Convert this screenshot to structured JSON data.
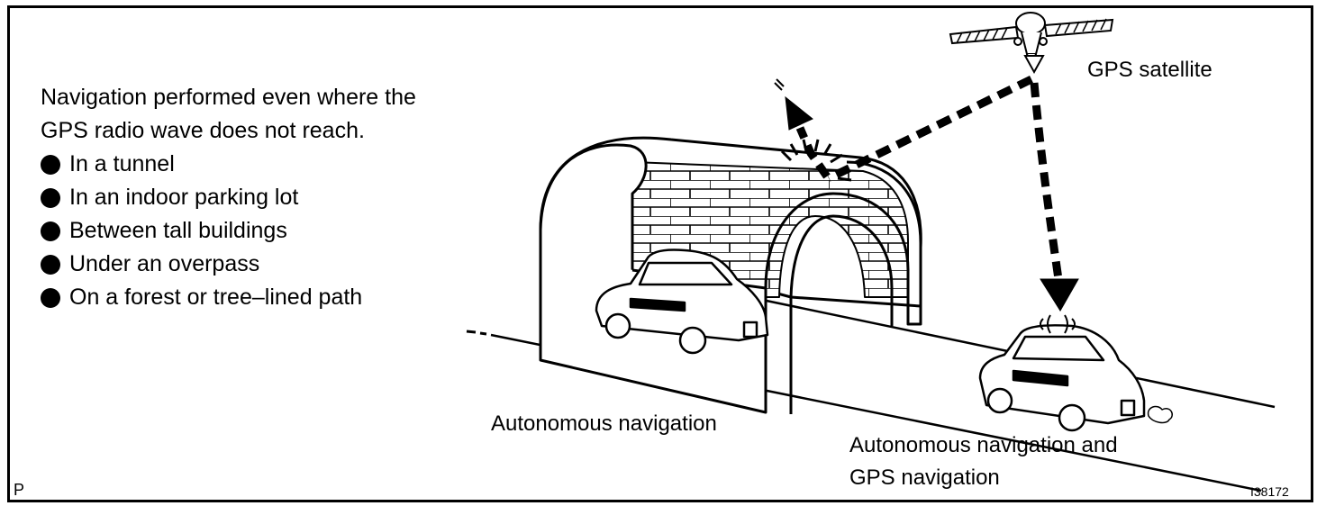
{
  "intro": {
    "line1": "Navigation performed even where the",
    "line2": "GPS radio wave does not reach."
  },
  "conditions": [
    "In a tunnel",
    "In an indoor parking lot",
    "Between tall buildings",
    "Under an overpass",
    "On a forest or tree–lined path"
  ],
  "labels": {
    "satellite": "GPS satellite",
    "autonomous": "Autonomous navigation",
    "combined_line1": "Autonomous navigation and",
    "combined_line2": "GPS navigation",
    "corner_letter": "P",
    "figure_code": "I38172"
  }
}
